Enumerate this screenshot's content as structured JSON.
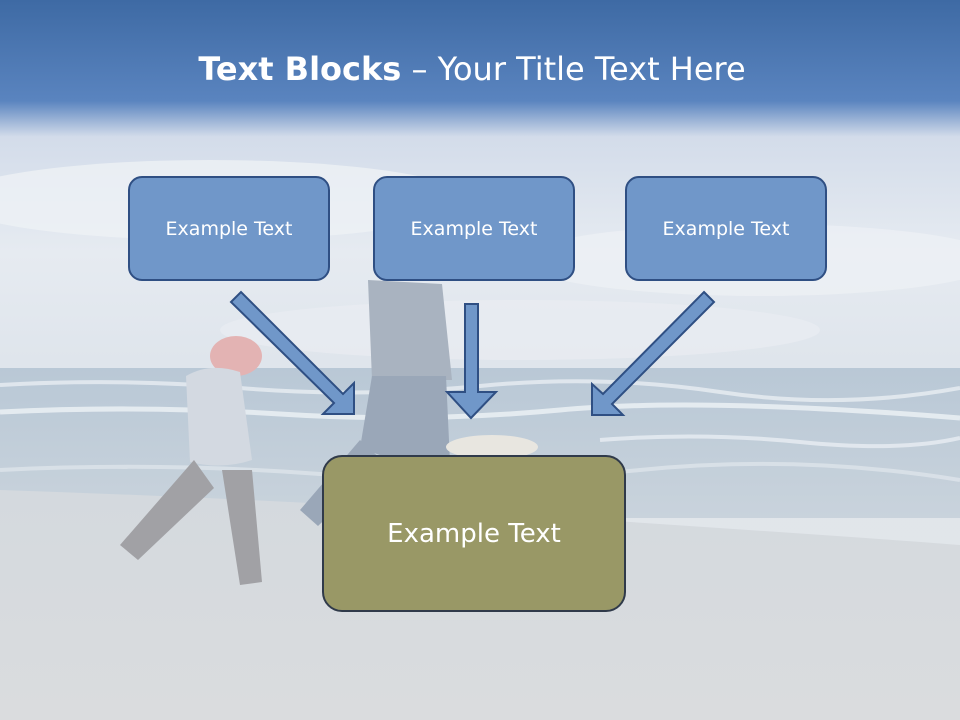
{
  "title": {
    "bold": "Text Blocks",
    "separator": " – ",
    "normal": "Your Title Text Here"
  },
  "blocks": {
    "top_left": "Example Text",
    "top_center": "Example Text",
    "top_right": "Example Text",
    "bottom": "Example Text"
  },
  "colors": {
    "top_box_fill": "#7097c9",
    "top_box_border": "#2f4f83",
    "bottom_box_fill": "#999866",
    "header_band": "#4f7db8"
  }
}
